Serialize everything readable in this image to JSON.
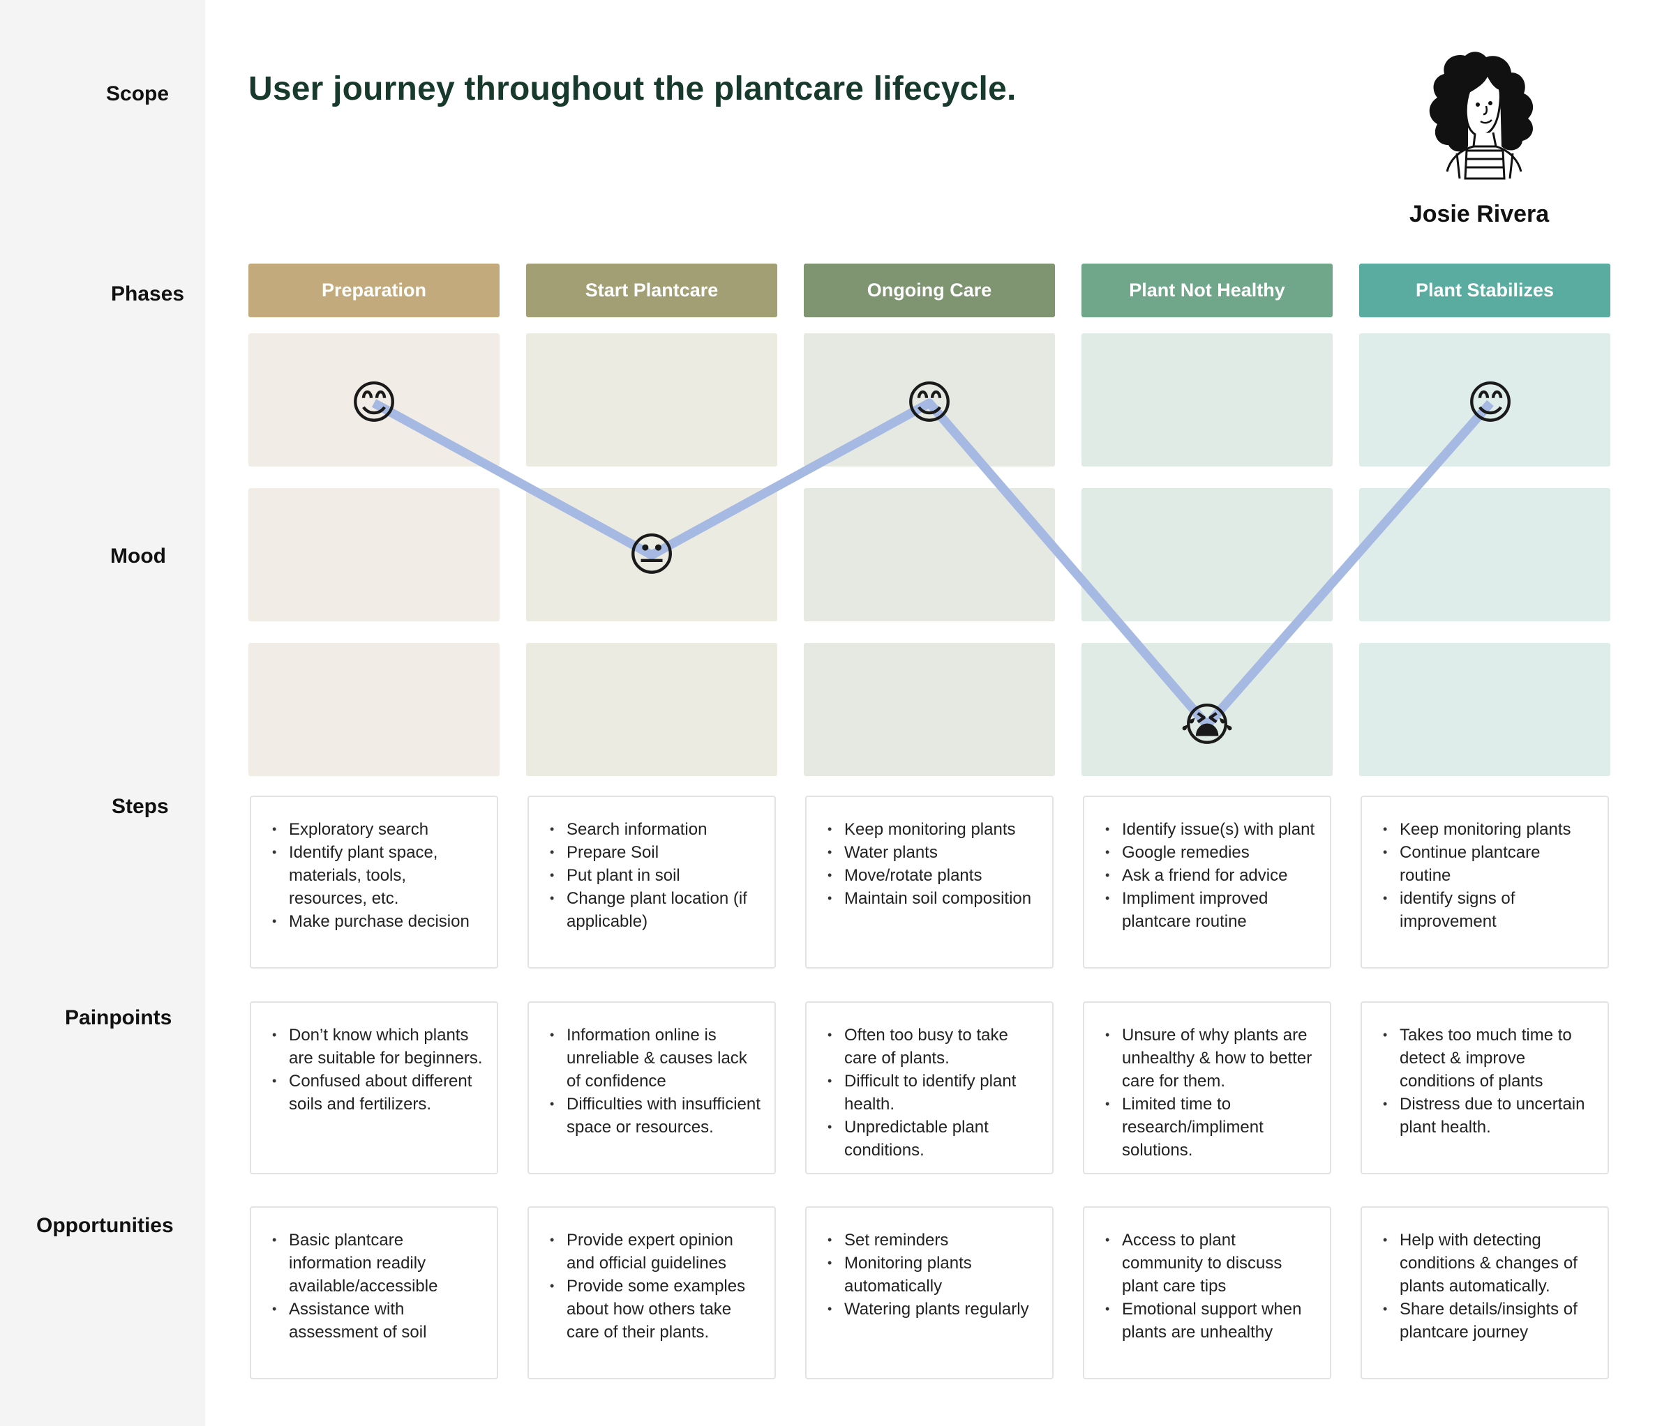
{
  "title": "User journey throughout the plantcare lifecycle.",
  "persona": {
    "name": "Josie Rivera",
    "avatar_icon": "person-curly-hair-illustration"
  },
  "row_labels": {
    "scope": "Scope",
    "phases": "Phases",
    "mood": "Mood",
    "steps": "Steps",
    "painpoints": "Painpoints",
    "opportunities": "Opportunities"
  },
  "phases": [
    {
      "label": "Preparation",
      "color": "#c3aa7c",
      "mood_bg": "#f1ede6",
      "mood": {
        "level": "high",
        "emoji": "😊"
      },
      "steps": [
        "Exploratory search",
        "Identify plant space, materials, tools, resources, etc.",
        "Make purchase decision"
      ],
      "painpoints": [
        "Don’t know which plants are suitable for beginners.",
        "Confused about different soils and fertilizers."
      ],
      "opportunities": [
        "Basic plantcare information readily available/accessible",
        "Assistance with assessment of soil"
      ]
    },
    {
      "label": "Start Plantcare",
      "color": "#a29f75",
      "mood_bg": "#ebebe2",
      "mood": {
        "level": "mid",
        "emoji": "😐"
      },
      "steps": [
        "Search information",
        "Prepare Soil",
        "Put plant in soil",
        "Change plant location (if applicable)"
      ],
      "painpoints": [
        "Information online is unreliable & causes lack of confidence",
        "Difficulties with insufficient space or resources."
      ],
      "opportunities": [
        "Provide expert opinion and official guidelines",
        "Provide some examples about how others take care of their plants."
      ]
    },
    {
      "label": "Ongoing Care",
      "color": "#7f9572",
      "mood_bg": "#e5e9e1",
      "mood": {
        "level": "high",
        "emoji": "😊"
      },
      "steps": [
        "Keep monitoring plants",
        "Water plants",
        "Move/rotate plants",
        "Maintain soil composition"
      ],
      "painpoints": [
        "Often too busy to take care of plants.",
        "Difficult to identify plant health.",
        "Unpredictable plant conditions."
      ],
      "opportunities": [
        "Set reminders",
        "Monitoring plants automatically",
        "Watering plants regularly"
      ]
    },
    {
      "label": "Plant Not Healthy",
      "color": "#70a78a",
      "mood_bg": "#e1ebe5",
      "mood": {
        "level": "low",
        "emoji": "😭"
      },
      "steps": [
        "Identify issue(s) with plant",
        "Google remedies",
        "Ask a friend for advice",
        "Impliment improved plantcare routine"
      ],
      "painpoints": [
        "Unsure of why plants are unhealthy & how to better care for them.",
        "Limited time to research/impliment solutions."
      ],
      "opportunities": [
        "Access to plant community to discuss plant care tips",
        "Emotional support when plants are unhealthy"
      ]
    },
    {
      "label": "Plant Stabilizes",
      "color": "#5aaca1",
      "mood_bg": "#dfedea",
      "mood": {
        "level": "high",
        "emoji": "😊"
      },
      "steps": [
        "Keep monitoring plants",
        "Continue plantcare routine",
        "identify signs of improvement"
      ],
      "painpoints": [
        "Takes too much time to detect & improve conditions of plants",
        "Distress due to uncertain plant health."
      ],
      "opportunities": [
        "Help with detecting conditions & changes of plants automatically.",
        "Share details/insights of plantcare journey"
      ]
    }
  ],
  "mood_line_color": "#a5b9e3"
}
